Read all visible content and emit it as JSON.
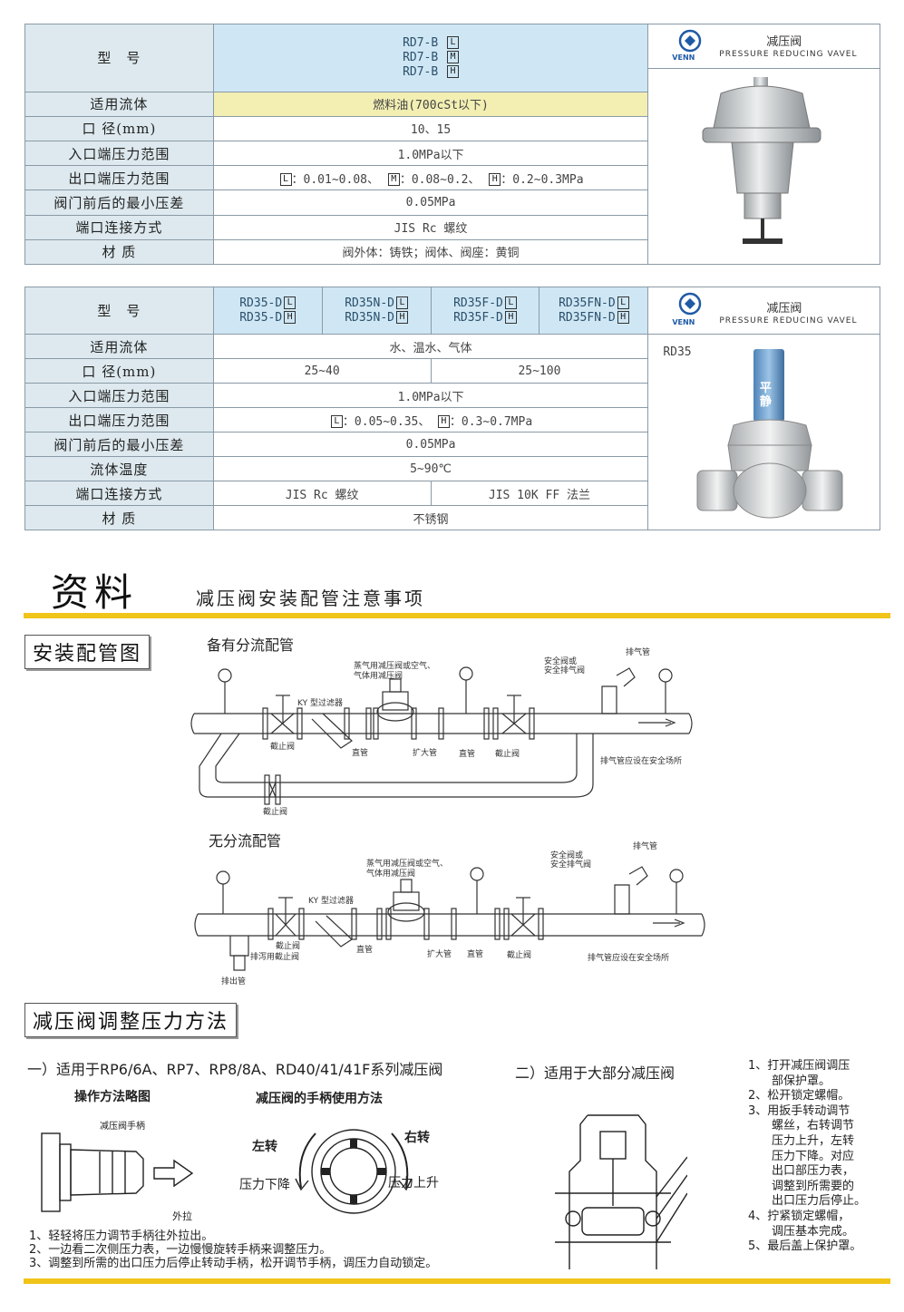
{
  "table1": {
    "model_label": "型　号",
    "models": [
      "RD7-B",
      "RD7-B",
      "RD7-B"
    ],
    "model_boxes": [
      "L",
      "M",
      "H"
    ],
    "rows": [
      {
        "label": "适用流体",
        "value": "燃料油(700cSt以下)"
      },
      {
        "label": "口 径(mm)",
        "value": "10、15"
      },
      {
        "label": "入口端压力范围",
        "value": "1.0MPa以下"
      },
      {
        "label": "出口端压力范围",
        "value": ""
      },
      {
        "label": "阀门前后的最小压差",
        "value": "0.05MPa"
      },
      {
        "label": "端口连接方式",
        "value": "JIS Rc 螺纹"
      },
      {
        "label": "材 质",
        "value": "阀外体：铸铁；阀体、阀座：黄铜"
      }
    ],
    "outlet_range": [
      {
        "box": "L",
        "text": "：0.01~0.08、"
      },
      {
        "box": "M",
        "text": "：0.08~0.2、"
      },
      {
        "box": "H",
        "text": "：0.2~0.3MPa"
      }
    ],
    "brand": {
      "logo": "VENN",
      "title_cn": "减压阀",
      "title_en": "PRESSURE REDUCING VAVEL"
    }
  },
  "table2": {
    "model_label": "型　号",
    "model_cols": [
      [
        "RD35-D",
        "RD35-D"
      ],
      [
        "RD35N-D",
        "RD35N-D"
      ],
      [
        "RD35F-D",
        "RD35F-D"
      ],
      [
        "RD35FN-D",
        "RD35FN-D"
      ]
    ],
    "model_boxes": [
      "L",
      "H"
    ],
    "rows": {
      "fluid": {
        "label": "适用流体",
        "value": "水、温水、气体"
      },
      "size": {
        "label": "口 径(mm)",
        "left": "25~40",
        "right": "25~100"
      },
      "inlet": {
        "label": "入口端压力范围",
        "value": "1.0MPa以下"
      },
      "outlet": {
        "label": "出口端压力范围",
        "l_text": "：0.05~0.35、",
        "h_text": "：0.3~0.7MPa"
      },
      "diff": {
        "label": "阀门前后的最小压差",
        "value": "0.05MPa"
      },
      "temp": {
        "label": "流体温度",
        "value": "5~90℃"
      },
      "conn": {
        "label": "端口连接方式",
        "left": "JIS Rc 螺纹",
        "right": "JIS 10K FF 法兰"
      },
      "material": {
        "label": "材 质",
        "value": "不锈钢"
      }
    },
    "brand": {
      "logo": "VENN",
      "title_cn": "减压阀",
      "title_en": "PRESSURE REDUCING VAVEL"
    },
    "product_label": "RD35",
    "badge": "平静"
  },
  "info": {
    "title": "资料",
    "subtitle": "减压阀安装配管注意事项",
    "install_heading": "安装配管图"
  },
  "diagram1": {
    "title": "备有分流配管",
    "labels": {
      "reducer": "蒸气用减压阀或空气、",
      "reducer2": "气体用减压阀",
      "filter": "KY 型过滤器",
      "safety": "安全阀或",
      "safety2": "安全排气阀",
      "vent": "排气管",
      "stop1": "截止阀",
      "straight1": "直管",
      "expand": "扩大管",
      "straight2": "直管",
      "stop2": "截止阀",
      "note": "排气管应设在安全场所",
      "bypass_stop": "截止阀"
    }
  },
  "diagram2": {
    "title": "无分流配管",
    "labels": {
      "reducer": "蒸气用减压阀或空气、",
      "reducer2": "气体用减压阀",
      "filter": "KY 型过滤器",
      "safety": "安全阀或",
      "safety2": "安全排气阀",
      "vent": "排气管",
      "stop1": "截止阀",
      "drain_stop": "排泻用截止阀",
      "drain": "排出管",
      "straight1": "直管",
      "expand": "扩大管",
      "straight2": "直管",
      "stop2": "截止阀",
      "note": "排气管应设在安全场所"
    }
  },
  "adjust": {
    "heading": "减压阀调整压力方法",
    "part1": {
      "title": "一）适用于RP6/6A、RP7、RP8/8A、RD40/41/41F系列减压阀",
      "diagram_title": "操作方法略图",
      "handle_title": "减压阀的手柄使用方法",
      "handle_label": "减压阀手柄",
      "pull": "外拉",
      "left_turn": "左转",
      "right_turn": "右转",
      "pressure_down": "压力下降",
      "pressure_up": "压力上升",
      "steps": [
        "1、轻轻将压力调节手柄往外拉出。",
        "2、一边看二次侧压力表，一边慢慢旋转手柄来调整压力。",
        "3、调整到所需的出口压力后停止转动手柄，松开调节手柄，调压力自动锁定。"
      ]
    },
    "part2": {
      "title": "二）适用于大部分减压阀",
      "steps": [
        "1、打开减压阀调压",
        "　　部保护罩。",
        "2、松开锁定螺帽。",
        "3、用扳手转动调节",
        "　　螺丝，右转调节",
        "　　压力上升，左转",
        "　　压力下降。对应",
        "　　出口部压力表，",
        "　　调整到所需要的",
        "　　出口压力后停止。",
        "4、拧紧锁定螺帽，",
        "　　调压基本完成。",
        "5、最后盖上保护罩。"
      ]
    }
  },
  "colors": {
    "header_blue": "#cfe7f4",
    "label_bg": "#dde9ee",
    "fluid_yellow": "#f3efb3",
    "accent_yellow": "#f0c419"
  }
}
